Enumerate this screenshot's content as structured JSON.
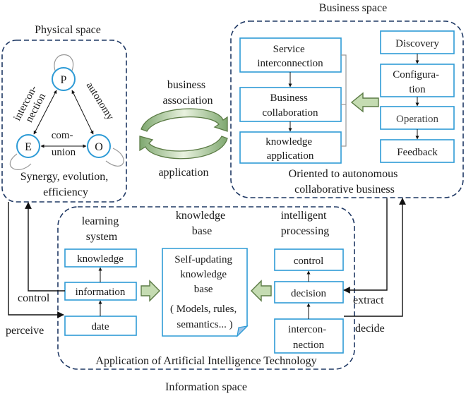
{
  "physical": {
    "title": "Physical space",
    "node_p": "P",
    "node_e": "E",
    "node_o": "O",
    "interconnection": [
      "intercon-",
      "nection"
    ],
    "autonomy": "autonomy",
    "communion": [
      "com-",
      "union"
    ],
    "footer": [
      "Synergy, evolution,",
      "efficiency"
    ]
  },
  "business": {
    "title": "Business space",
    "left_boxes": [
      [
        "Service",
        "interconnection"
      ],
      [
        "Business",
        "collaboration"
      ],
      [
        "knowledge",
        "application"
      ]
    ],
    "right_boxes": [
      [
        "Discovery"
      ],
      [
        "Configura-",
        "tion"
      ],
      [
        "Operation"
      ],
      [
        "Feedback"
      ]
    ],
    "footer": [
      "Oriented to autonomous",
      "collaborative business"
    ]
  },
  "middle": {
    "business_association": [
      "business",
      "association"
    ],
    "application": "application"
  },
  "information": {
    "title": "Information space",
    "learning_title": [
      "learning",
      "system"
    ],
    "kb_title": [
      "knowledge",
      "base"
    ],
    "ip_title": [
      "intelligent",
      "processing"
    ],
    "learning_boxes": [
      "knowledge",
      "information",
      "date"
    ],
    "kb_doc": [
      "Self-updating",
      "knowledge",
      "base",
      "( Models, rules,",
      "semantics... )"
    ],
    "ip_boxes": [
      "control",
      "decision",
      [
        "intercon-",
        "nection"
      ]
    ],
    "footer": "Application of Artificial Intelligence Technology"
  },
  "links": {
    "control": "control",
    "perceive": "perceive",
    "extract": "extract",
    "decide": "decide"
  }
}
